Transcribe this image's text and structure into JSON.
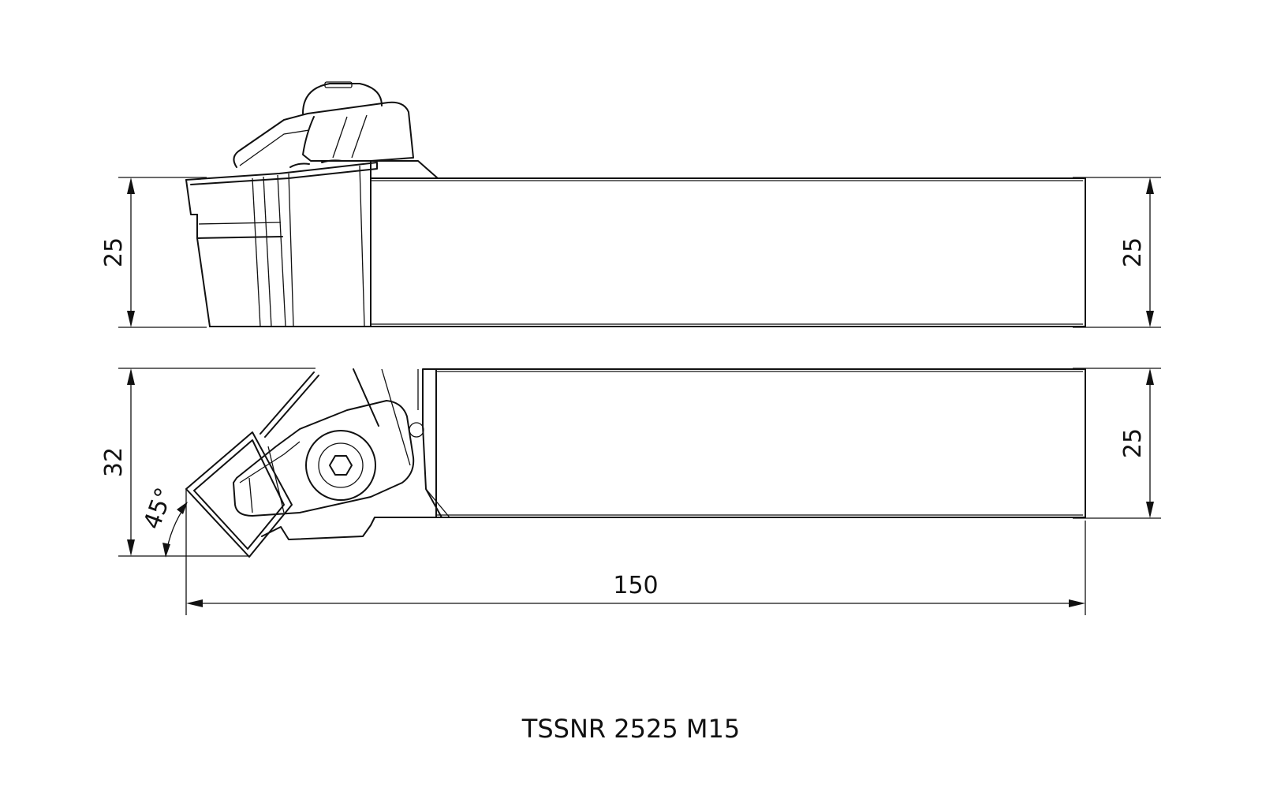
{
  "dimensions": {
    "side_height_left": "25",
    "side_height_right": "25",
    "top_width_left": "32",
    "top_width_right": "25",
    "total_length": "150",
    "approach_angle": "45°"
  },
  "model": "TSSNR 2525 M15"
}
